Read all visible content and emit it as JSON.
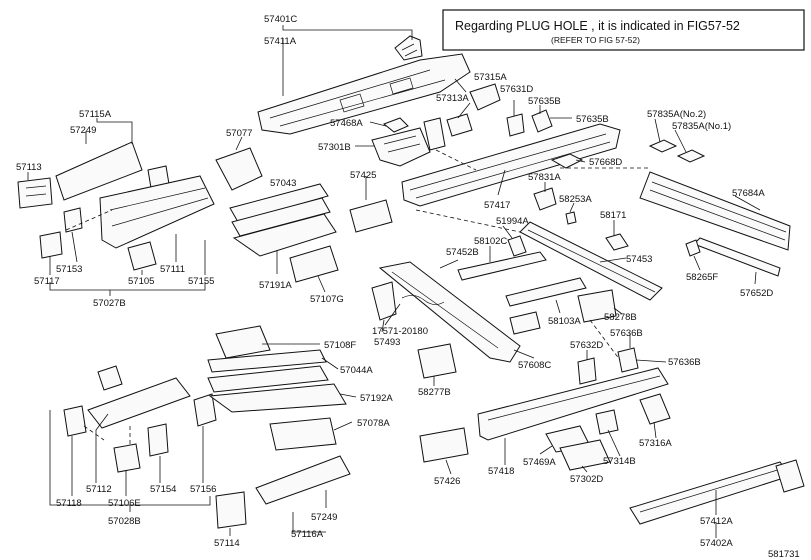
{
  "note": {
    "line1": "Regarding PLUG HOLE , it is indicated in FIG57-52",
    "line2": "(REFER TO FIG 57-52)"
  },
  "figure_id": "581731",
  "labels": {
    "p57401C": "57401C",
    "p57411A": "57411A",
    "p57315A": "57315A",
    "p57313A": "57313A",
    "p57631D": "57631D",
    "p57635B_1": "57635B",
    "p57635B_2": "57635B",
    "p57468A": "57468A",
    "p57301B": "57301B",
    "p57668D": "57668D",
    "p57835A_No2": "57835A(No.2)",
    "p57835A_No1": "57835A(No.1)",
    "p57115A": "57115A",
    "p57249_1": "57249",
    "p57077": "57077",
    "p57113": "57113",
    "p57043": "57043",
    "p57425": "57425",
    "p57831A": "57831A",
    "p58253A": "58253A",
    "p57684A": "57684A",
    "p57417": "57417",
    "p51994A": "51994A",
    "p58171": "58171",
    "p57153": "57153",
    "p57117": "57117",
    "p57105": "57105",
    "p57111": "57111",
    "p57155": "57155",
    "p57027B": "57027B",
    "p57191A": "57191A",
    "p57107G": "57107G",
    "p57452B": "57452B",
    "p58102C": "58102C",
    "p57453": "57453",
    "p58265F": "58265F",
    "p57652D": "57652D",
    "p58278B": "58278B",
    "p17571_20180": "17571-20180",
    "p57493": "57493",
    "p58103A": "58103A",
    "p57108F": "57108F",
    "p57044A": "57044A",
    "p57192A": "57192A",
    "p57078A": "57078A",
    "p57636B_1": "57636B",
    "p57636B_2": "57636B",
    "p57632D": "57632D",
    "p57608C": "57608C",
    "p58277B": "58277B",
    "p57316A": "57316A",
    "p57426": "57426",
    "p57418": "57418",
    "p57469A": "57469A",
    "p57314B": "57314B",
    "p57302D": "57302D",
    "p57112": "57112",
    "p57106E": "57106E",
    "p57154": "57154",
    "p57156": "57156",
    "p57118": "57118",
    "p57028B": "57028B",
    "p57249_2": "57249",
    "p57114": "57114",
    "p57116A": "57116A",
    "p57412A": "57412A",
    "p57402A": "57402A"
  }
}
